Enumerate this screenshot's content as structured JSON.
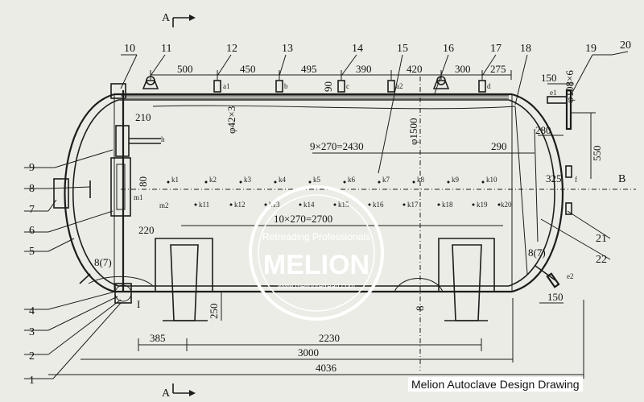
{
  "caption": "Melion Autoclave Design Drawing",
  "watermark": {
    "subtitle": "Retreading Professionals",
    "brand": "MELION",
    "url": "www.melionretread.com"
  },
  "section_marks": {
    "top": "A",
    "bottom": "A",
    "right": "B"
  },
  "callouts": [
    "1",
    "2",
    "3",
    "4",
    "5",
    "6",
    "7",
    "8",
    "9",
    "10",
    "11",
    "12",
    "13",
    "14",
    "15",
    "16",
    "17",
    "18",
    "19",
    "20",
    "21",
    "22"
  ],
  "callout_extra": {
    "left_weld": "8(7)",
    "right_weld": "8(7)",
    "detail": "I"
  },
  "nozzles_top": [
    "a1",
    "b",
    "c",
    "a2",
    "d"
  ],
  "nozzle_right": [
    "e1",
    "f",
    "e2"
  ],
  "nozzle_left": [
    "m1",
    "m2",
    "h"
  ],
  "k_upper": [
    "k1",
    "k2",
    "k3",
    "k4",
    "k5",
    "k6",
    "k7",
    "k8",
    "k9",
    "k10"
  ],
  "k_lower": [
    "k11",
    "k12",
    "k13",
    "k14",
    "k15",
    "k16",
    "k17",
    "k18",
    "k19",
    "k20"
  ],
  "dimensions": {
    "top_spacing": [
      "500",
      "450",
      "495",
      "390",
      "420",
      "300",
      "275"
    ],
    "d90": "90",
    "d150_top": "150",
    "phi108": "φ108×6",
    "phi42": "φ42×3",
    "phi1500": "φ1500",
    "d210": "210",
    "d80": "80",
    "d220": "220",
    "d280": "280",
    "d550": "550",
    "d290": "290",
    "d325": "325",
    "d150_bottom": "150",
    "upper_pitch": "9×270=2430",
    "lower_pitch": "10×270=2700",
    "d250": "250",
    "d8": "8",
    "d385": "385",
    "d2230": "2230",
    "d3000": "3000",
    "d4036": "4036"
  }
}
